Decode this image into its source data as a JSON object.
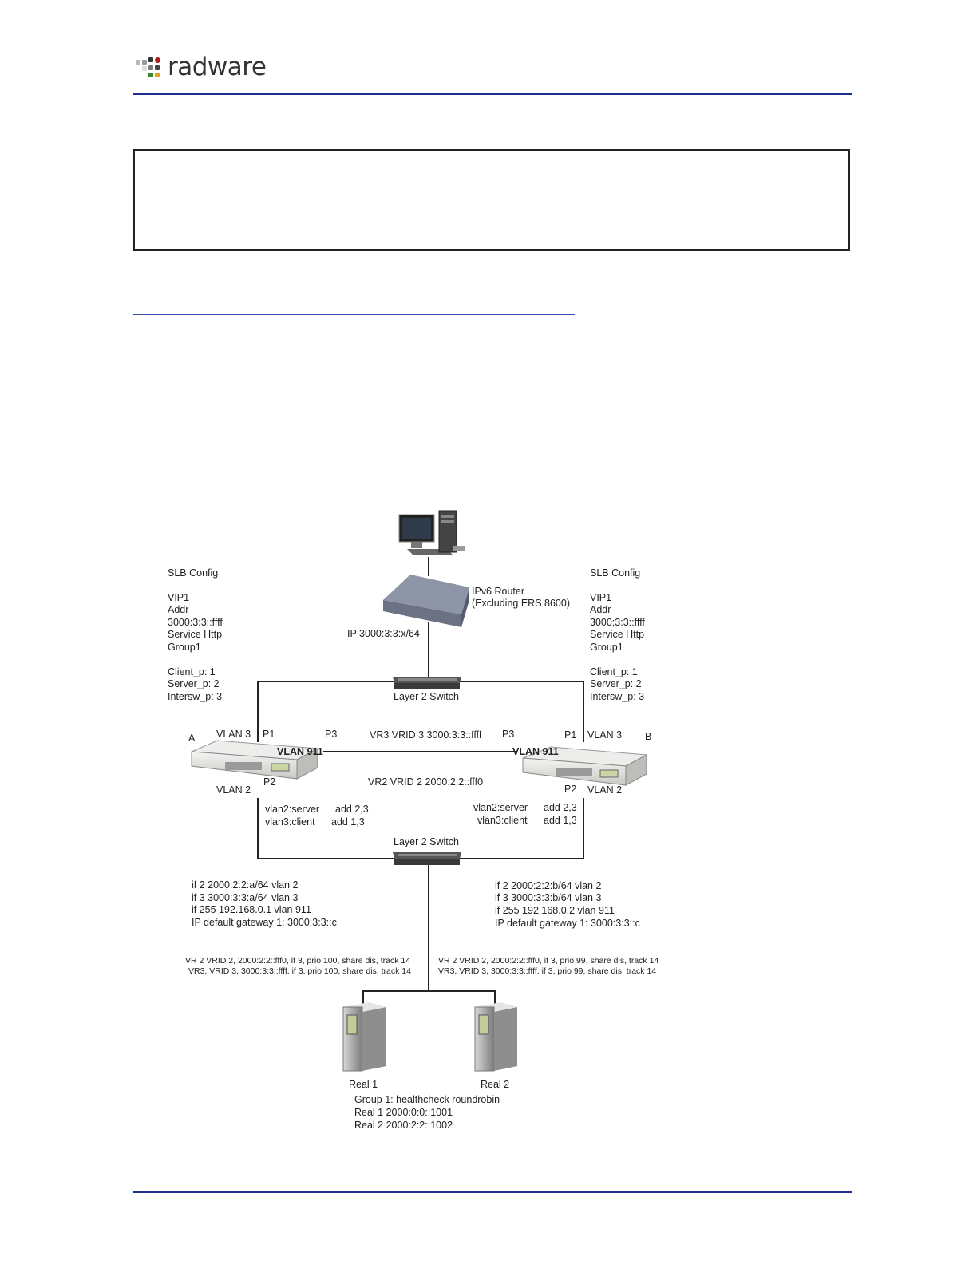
{
  "header": {
    "logo_text": "radware",
    "rule_color": "#1f2f8f"
  },
  "diagram": {
    "slb_left": {
      "title": "SLB Config",
      "lines": [
        "VIP1",
        "Addr",
        "3000:3:3::ffff",
        "Service Http",
        "Group1"
      ],
      "ports": [
        "Client_p: 1",
        "Server_p: 2",
        "Intersw_p: 3"
      ]
    },
    "slb_right": {
      "title": "SLB Config",
      "lines": [
        "VIP1",
        "Addr",
        "3000:3:3::ffff",
        "Service Http",
        "Group1"
      ],
      "ports": [
        "Client_p: 1",
        "Server_p: 2",
        "Intersw_p: 3"
      ]
    },
    "router": {
      "name": "IPv6 Router",
      "note": "(Excluding ERS 8600)",
      "ip": "IP 3000:3:3:x/64"
    },
    "switch_top": "Layer 2 Switch",
    "switch_bottom": "Layer 2 Switch",
    "device_a": {
      "label": "A",
      "vlan_top": "VLAN 3",
      "p1": "P1",
      "p3": "P3",
      "vlan911": "VLAN 911",
      "p2": "P2",
      "vlan_bottom": "VLAN 2",
      "vlan_cfg": [
        "vlan2:server",
        "vlan3:client"
      ],
      "vlan_add": [
        "add 2,3",
        "add 1,3"
      ],
      "ifs": [
        "if 2 2000:2:2:a/64 vlan 2",
        "if 3 3000:3:3:a/64 vlan 3",
        "if 255 192.168.0.1 vlan 911",
        "IP default gateway 1: 3000:3:3::c"
      ],
      "vr": [
        "VR 2 VRID 2, 2000:2:2::fff0, if 3, prio 100, share dis, track 14",
        "VR3, VRID 3, 3000:3:3::ffff, if 3, prio 100, share dis, track 14"
      ]
    },
    "device_b": {
      "label": "B",
      "vlan_top": "VLAN 3",
      "p1": "P1",
      "p3": "P3",
      "vlan911": "VLAN 911",
      "p2": "P2",
      "vlan_bottom": "VLAN 2",
      "vlan_cfg": [
        "vlan2:server",
        "vlan3:client"
      ],
      "vlan_add": [
        "add 2,3",
        "add 1,3"
      ],
      "ifs": [
        "if 2 2000:2:2:b/64 vlan 2",
        "if 3 3000:3:3:b/64 vlan 3",
        "if 255 192.168.0.2 vlan 911",
        "IP default gateway 1: 3000:3:3::c"
      ],
      "vr": [
        "VR 2 VRID 2, 2000:2:2::fff0, if 3, prio 99, share dis, track 14",
        "VR3, VRID 3, 3000:3:3::ffff, if 3, prio 99, share dis, track 14"
      ]
    },
    "vr3_label": "VR3 VRID 3 3000:3:3::ffff",
    "vr2_label": "VR2 VRID 2 2000:2:2::fff0",
    "reals": {
      "real1": "Real 1",
      "real2": "Real 2",
      "group_lines": [
        "Group 1: healthcheck roundrobin",
        "Real 1 2000:0:0::1001",
        "Real 2 2000:2:2::1002"
      ]
    }
  }
}
